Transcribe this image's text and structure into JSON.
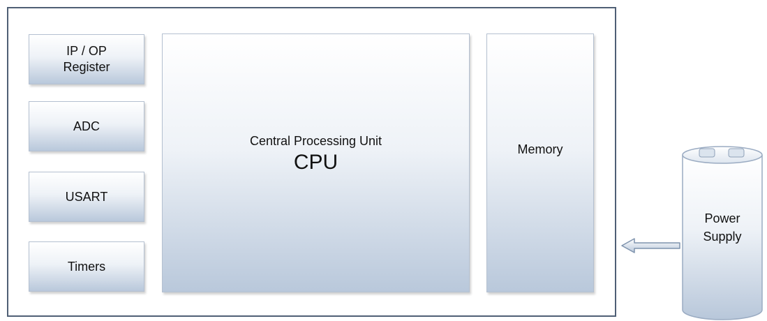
{
  "blocks": {
    "ioreg": "IP / OP\nRegister",
    "adc": "ADC",
    "usart": "USART",
    "timers": "Timers",
    "cpu_label": "Central Processing Unit",
    "cpu_abbr": "CPU",
    "memory": "Memory"
  },
  "power_supply": "Power\nSupply",
  "colors": {
    "frame_border": "#4f5f75",
    "block_top": "#ffffff",
    "block_bottom": "#b9c8db",
    "block_border": "#b4c0d0"
  }
}
